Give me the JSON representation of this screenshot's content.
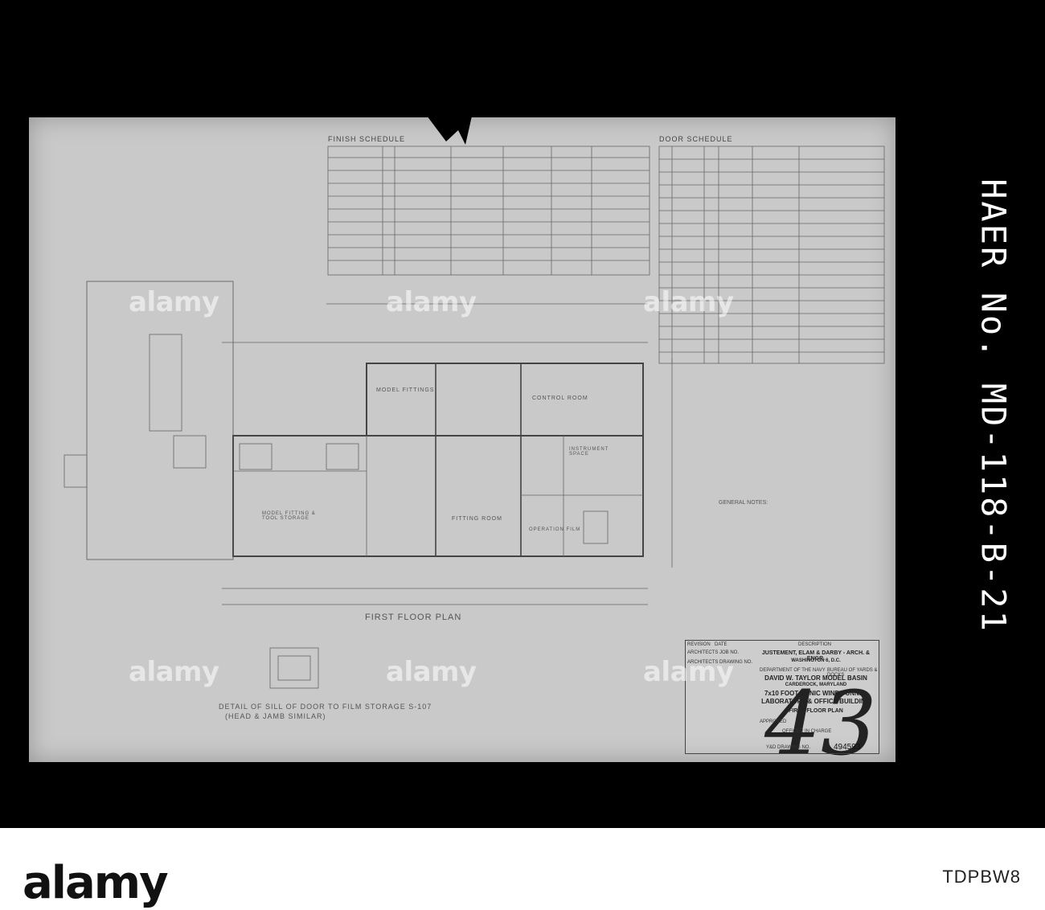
{
  "watermark": "alamy",
  "collection_id": "HAER No. MD-118-B-21",
  "sheet_number": "43",
  "drawing": {
    "finish_schedule_title": "FINISH SCHEDULE",
    "door_schedule_title": "DOOR SCHEDULE",
    "plan_title": "FIRST FLOOR PLAN",
    "detail_title": "DETAIL OF SILL OF DOOR TO FILM STORAGE S-107",
    "detail_subtitle": "(HEAD & JAMB SIMILAR)",
    "general_notes_title": "GENERAL NOTES:",
    "rooms": [
      "MODEL FITTINGS",
      "CONTROL ROOM",
      "FITTING ROOM",
      "OPERATION FILM",
      "MODEL FITTING & TOOL STORAGE",
      "INSTRUMENT SPACE"
    ]
  },
  "title_block": {
    "firm": "JUSTEMENT, ELAM & DARBY - ARCH. & ENGR.",
    "city": "WASHINGTON 6, D.C.",
    "department": "DEPARTMENT OF THE NAVY",
    "bureau": "BUREAU OF YARDS & DOCKS",
    "project": "DAVID W. TAYLOR MODEL BASIN",
    "location": "CARDEROCK, MARYLAND",
    "facility": "7x10 FOOT SONIC WIND TUNNEL",
    "building": "LABORATORY & OFFICE BUILDING",
    "sheet_title": "FIRST FLOOR PLAN",
    "drawing_no": "494593",
    "labels": {
      "revision": "REVISION",
      "date": "DATE",
      "description": "DESCRIPTION",
      "architects_job_no": "ARCHITECTS JOB NO.",
      "architects_drawing_no": "ARCHITECTS DRAWING NO.",
      "approved": "APPROVED",
      "officer_in_charge": "OFFICER IN CHARGE",
      "tbd_drawing_no": "Y&D DRAWING NO."
    }
  },
  "stock": {
    "logo": "alamy",
    "image_code": "TDPBW8"
  }
}
